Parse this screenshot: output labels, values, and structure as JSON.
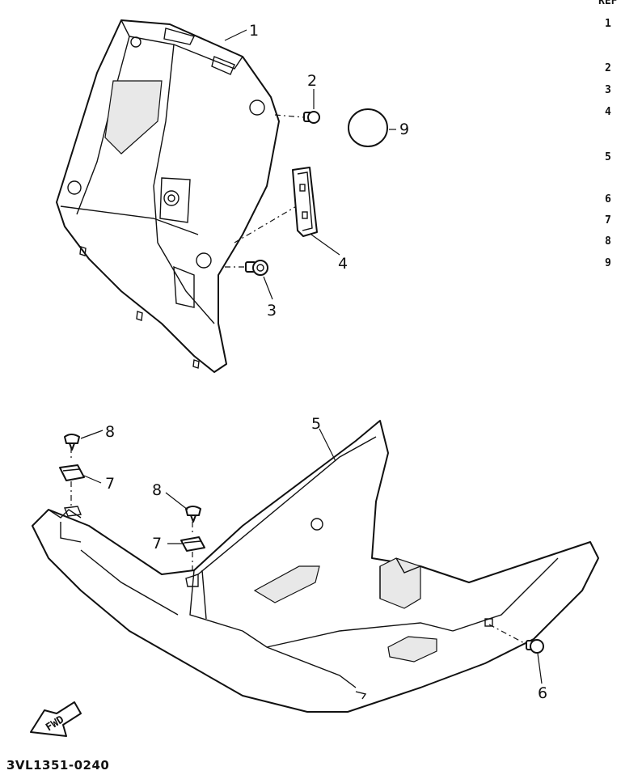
{
  "callouts": {
    "c1": "1",
    "c2": "2",
    "c3": "3",
    "c4": "4",
    "c5": "5",
    "c6": "6",
    "c7a": "7",
    "c7b": "7",
    "c8a": "8",
    "c8b": "8",
    "c9": "9"
  },
  "ref_list": {
    "header": "REF",
    "items": [
      "1",
      "2",
      "3",
      "4",
      "5",
      "6",
      "7",
      "8",
      "9"
    ]
  },
  "fwd_label": "FWD",
  "diagram_code": "3VL1351-0240"
}
